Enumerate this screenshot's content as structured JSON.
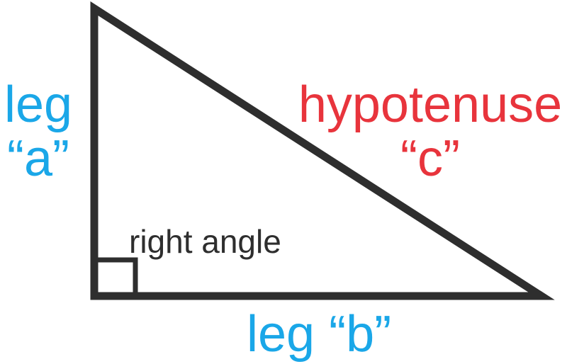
{
  "labels": {
    "leg_a": {
      "line1": "leg",
      "line2": "“a”"
    },
    "hypotenuse": {
      "line1": "hypotenuse",
      "line2": "“c”"
    },
    "right_angle": "right angle",
    "leg_b": "leg “b”"
  },
  "colors": {
    "leg": "#1aa7e8",
    "hypotenuse": "#e8343c",
    "outline": "#2e2e2e",
    "background": "#ffffff"
  }
}
